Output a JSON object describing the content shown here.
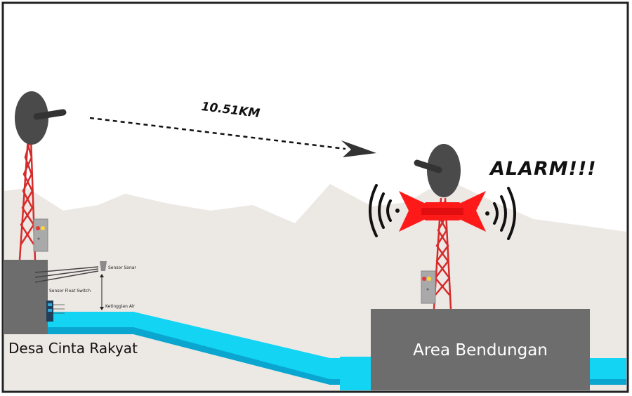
{
  "labels": {
    "distance": "10.51KM",
    "alarm": "ALARM!!!",
    "village": "Desa Cinta Rakyat",
    "dam_area": "Area Bendungan",
    "sonar_sensor": "Sensor Sonar",
    "float_switch": "Sensor Float Switch",
    "water_level": "Ketinggian Air"
  },
  "colors": {
    "sky": "#ffffff",
    "mountains": "#ece8e4",
    "water": "#13d4f3",
    "water_dark": "#0aa6cf",
    "building": "#6d6d6d",
    "tower": "#d62b2b",
    "siren": "#ff1a1a",
    "dish": "#4a4a4a"
  },
  "icons": [
    "satellite-dish-icon",
    "siren-icon",
    "sound-wave-icon",
    "sonar-sensor-icon",
    "control-box-icon"
  ]
}
